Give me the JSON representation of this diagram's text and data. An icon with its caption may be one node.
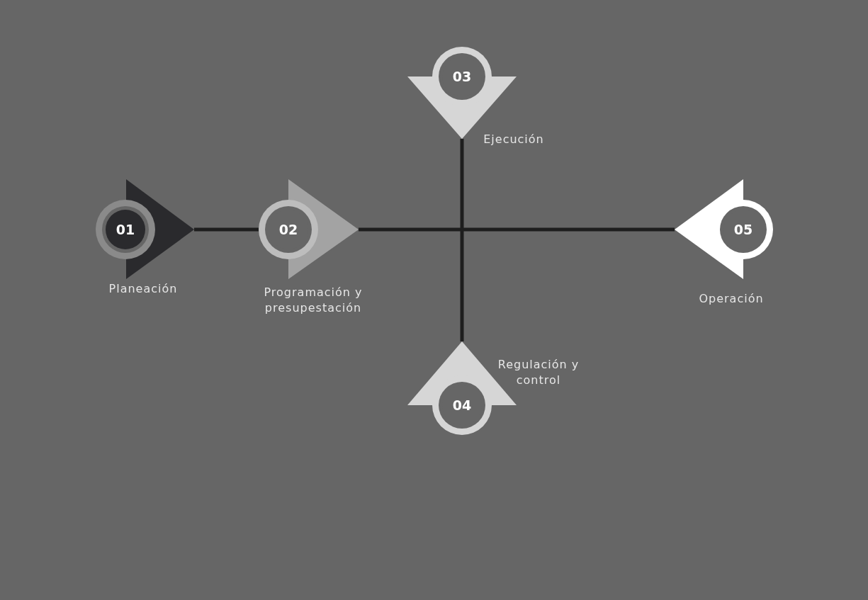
{
  "diagram": {
    "nodes": [
      {
        "text": [
          "01"
        ],
        "beside": [
          "Planeación"
        ]
      },
      {
        "text": [
          "02"
        ],
        "beside": [
          "Programación y presupestación"
        ]
      },
      {
        "text": [
          "03"
        ],
        "beside": [
          "Ejecución"
        ]
      },
      {
        "text": [
          "04"
        ],
        "beside": [
          "Regulación y control"
        ]
      },
      {
        "text": [
          "05"
        ],
        "beside": [
          "Operación"
        ]
      }
    ],
    "edges": [
      {
        "from": 0,
        "to": 1,
        "arrow": "none"
      },
      {
        "from": 1,
        "to": 4,
        "arrow": "none"
      },
      {
        "from": 2,
        "to": 3,
        "arrow": "none"
      }
    ]
  }
}
